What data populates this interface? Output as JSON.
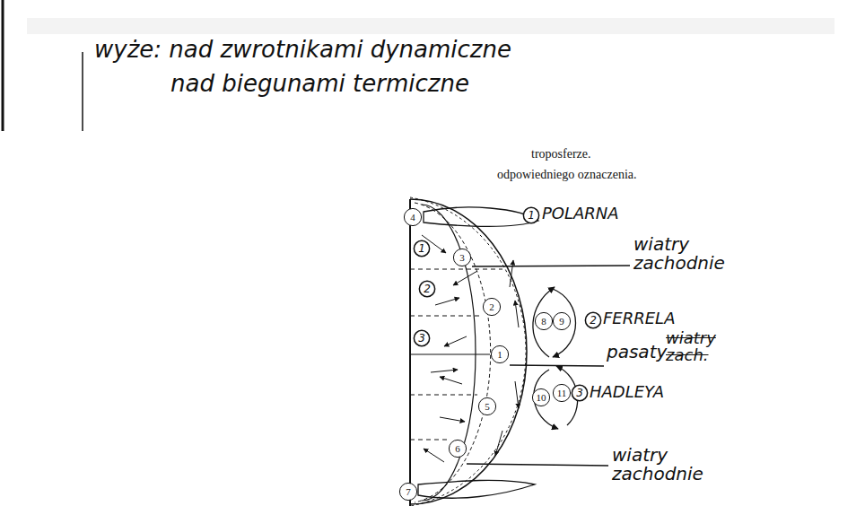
{
  "diagram": {
    "nodes": [
      {
        "text": [
          "4"
        ]
      },
      {
        "text": [
          "1"
        ]
      },
      {
        "text": [
          "3"
        ]
      },
      {
        "text": [
          "1"
        ]
      },
      {
        "text": [
          "2"
        ]
      },
      {
        "text": [
          "2"
        ]
      },
      {
        "text": [
          "8"
        ]
      },
      {
        "text": [
          "9"
        ]
      },
      {
        "text": [
          "2"
        ]
      },
      {
        "text": [
          "3"
        ]
      },
      {
        "text": [
          "1"
        ]
      },
      {
        "text": [
          "10"
        ]
      },
      {
        "text": [
          "11"
        ]
      },
      {
        "text": [
          "3"
        ]
      },
      {
        "text": [
          "5"
        ]
      },
      {
        "text": [
          "6"
        ]
      },
      {
        "text": [
          "7"
        ]
      }
    ],
    "labels": [
      "wyże: nad zwrotnikami dynamiczne",
      "nad biegunami termiczne",
      "troposferze.",
      "odpowiedniego oznaczenia.",
      "POLARNA",
      "wiatry zachodnie",
      "FERRELA",
      "pasaty",
      "wiatry zach.",
      "HADLEYA",
      "wiatry zachodnie"
    ]
  }
}
